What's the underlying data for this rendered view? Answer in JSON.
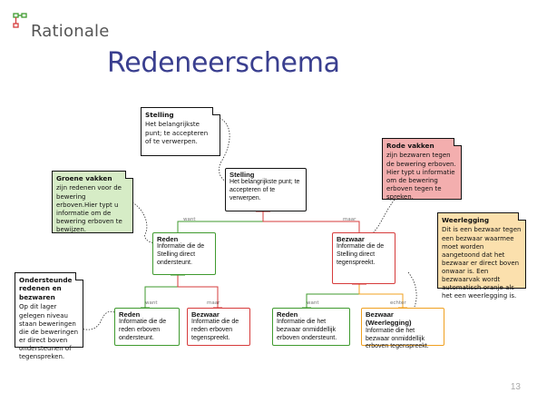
{
  "logo": {
    "text": "Rationale"
  },
  "title": "Redeneerschema",
  "slide_number": "13",
  "notes": {
    "stelling": {
      "title": "Stelling",
      "text": "Het belangrijkste punt; te accepteren of te verwerpen."
    },
    "groene": {
      "title": "Groene vakken",
      "text": "zijn redenen voor de bewering erboven.Hier typt u informatie om de bewering erboven te bewijzen."
    },
    "rode": {
      "title": "Rode vakken",
      "text": "zijn bezwaren tegen de bewering erboven. Hier typt u informatie om de bewering erboven tegen te spreken."
    },
    "weerlegging": {
      "title": "Weerlegging",
      "text": "Dit is een bezwaar tegen een bezwaar waarmee moet worden aangetoond dat het bezwaar er direct boven onwaar is. Een bezwaarvak wordt automatisch oranje als het een weerlegging is."
    },
    "ondersteunde": {
      "title": "Ondersteunde redenen en bezwaren",
      "text": "Op dit lager gelegen niveau staan beweringen die de beweringen er direct boven ondersteunen of tegenspreken."
    }
  },
  "boxes": {
    "stelling": {
      "title": "Stelling",
      "text": "Het belangrijkste punt; te accepteren of te verwerpen."
    },
    "reden": {
      "title": "Reden",
      "text": "Informatie die de Stelling direct ondersteunt."
    },
    "bezwaar": {
      "title": "Bezwaar",
      "text": "Informatie die de Stelling direct tegenspreekt."
    },
    "reden2": {
      "title": "Reden",
      "text": "Informatie die de reden erboven ondersteunt."
    },
    "bezwaar2": {
      "title": "Bezwaar",
      "text": "Informatie die de reden erboven tegenspreekt."
    },
    "reden3": {
      "title": "Reden",
      "text": "Informatie die het bezwaar onmiddellijk erboven ondersteunt."
    },
    "weerlegging": {
      "title": "Bezwaar (Weerlegging)",
      "text": "Informatie die het bezwaar onmiddellijk erboven tegenspreekt."
    }
  },
  "link_labels": {
    "want1": "want",
    "maar1": "maar",
    "want2": "want",
    "maar2": "maar",
    "want3": "want",
    "echter": "echter"
  },
  "colors": {
    "title": "#3a3f8f",
    "reason": "#3f9a2e",
    "objection": "#d63b3b",
    "rebuttal": "#f0a020",
    "note_green": "#d6ecc6",
    "note_red": "#f3aeae",
    "note_orange": "#fbe0ad"
  }
}
